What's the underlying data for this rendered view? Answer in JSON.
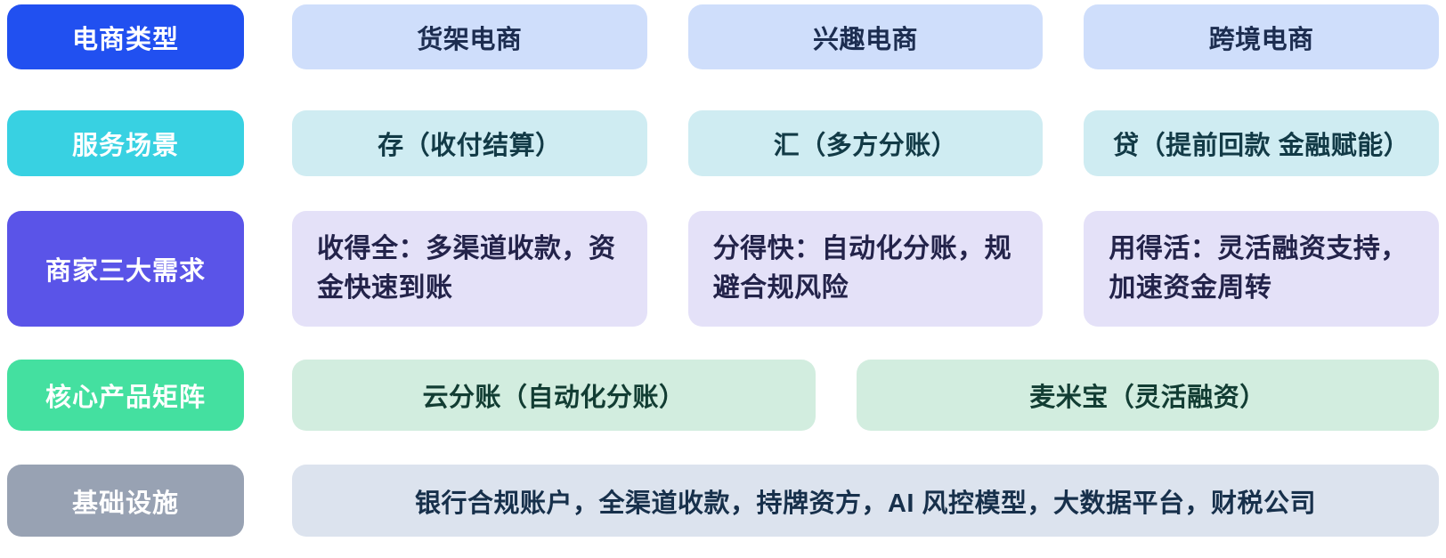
{
  "page": {
    "background": "#ffffff",
    "description_rows": 5
  },
  "rows": [
    {
      "label": "电商类型",
      "label_bg": "#2150f0",
      "label_text_color": "#ffffff",
      "cell_bg": "#cfdefb",
      "cell_text": "#1c2d50",
      "cells": [
        "货架电商",
        "兴趣电商",
        "跨境电商"
      ]
    },
    {
      "label": "服务场景",
      "label_bg": "#38d1e2",
      "label_text_color": "#ffffff",
      "cell_bg": "#cfecf2",
      "cell_text": "#123a46",
      "cells": [
        "存（收付结算）",
        "汇（多方分账）",
        "贷（提前回款 金融赋能）"
      ]
    },
    {
      "label": "商家三大需求",
      "label_bg": "#5a54e8",
      "label_text_color": "#ffffff",
      "cell_bg": "#e4e1f8",
      "cell_text": "#23234a",
      "cells": [
        "收得全：多渠道收款，资金快速到账",
        "分得快：自动化分账，规避合规风险",
        "用得活：灵活融资支持，加速资金周转"
      ]
    },
    {
      "label": "核心产品矩阵",
      "label_bg": "#44e0a0",
      "label_text_color": "#ffffff",
      "cell_bg": "#d2eddf",
      "cell_text": "#123d33",
      "cells": [
        "云分账（自动化分账）",
        "麦米宝（灵活融资）"
      ]
    },
    {
      "label": "基础设施",
      "label_bg": "#98a2b3",
      "label_text_color": "#ffffff",
      "cell_bg": "#dce3ee",
      "cell_text": "#17304b",
      "cells": [
        "银行合规账户，全渠道收款，持牌资方，AI 风控模型，大数据平台，财税公司"
      ]
    }
  ]
}
